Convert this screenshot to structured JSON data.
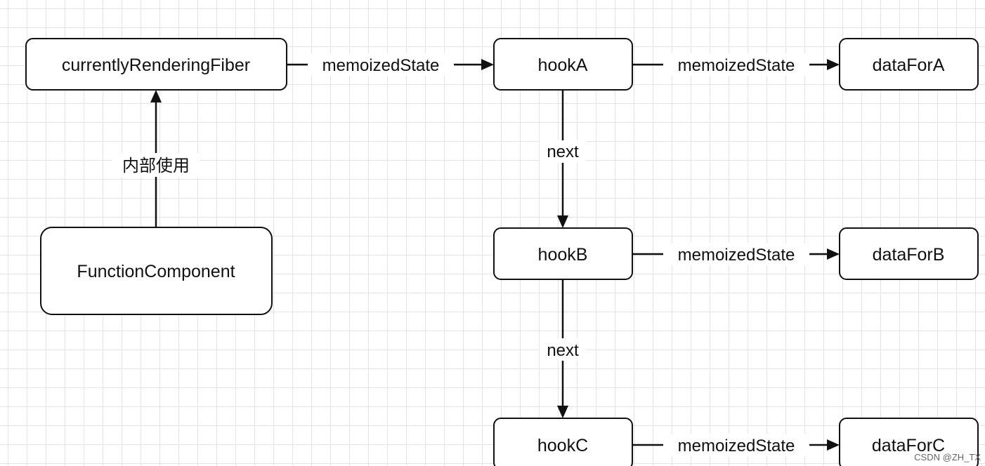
{
  "nodes": {
    "fiber": "currentlyRenderingFiber",
    "component": "FunctionComponent",
    "hook_a": "hookA",
    "hook_b": "hookB",
    "hook_c": "hookC",
    "data_a": "dataForA",
    "data_b": "dataForB",
    "data_c": "dataForC"
  },
  "edges": {
    "fiber_to_hook_a": "memoizedState",
    "hook_a_to_data_a": "memoizedState",
    "hook_b_to_data_b": "memoizedState",
    "hook_c_to_data_c": "memoizedState",
    "hook_a_to_hook_b": "next",
    "hook_b_to_hook_c": "next",
    "component_to_fiber": "内部使用"
  },
  "watermark": "CSDN @ZH_TX"
}
